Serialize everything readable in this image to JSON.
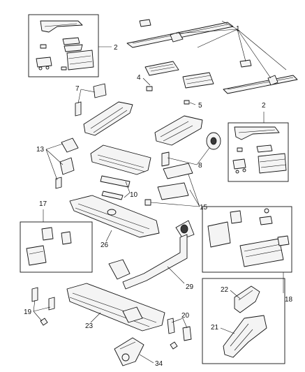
{
  "callouts": {
    "c1": "1",
    "c2a": "2",
    "c2b": "2",
    "c4": "4",
    "c5": "5",
    "c7": "7",
    "c8": "8",
    "c10": "10",
    "c13": "13",
    "c15": "15",
    "c17": "17",
    "c18": "18",
    "c19": "19",
    "c20": "20",
    "c21": "21",
    "c22": "22",
    "c23": "23",
    "c26": "26",
    "c29": "29",
    "c34": "34"
  }
}
